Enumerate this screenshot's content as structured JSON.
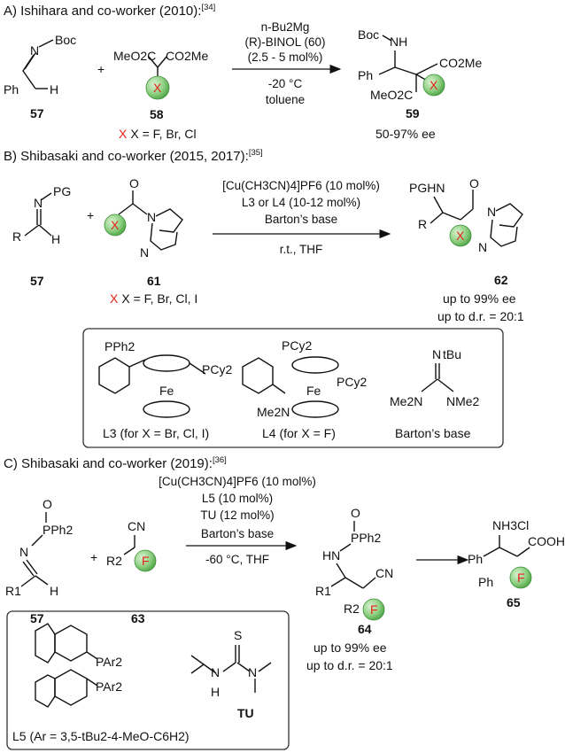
{
  "sections": {
    "a": {
      "header": "A) Ishihara and co-worker (2010):",
      "ref": "[34]",
      "conditions": [
        "n-Bu2Mg",
        "(R)-BINOL (60)",
        "(2.5 - 5 mol%)",
        "-20 °C",
        "toluene"
      ],
      "labels": {
        "imine": "57",
        "malonate": "58",
        "product": "59"
      },
      "x_note": "X = F, Br, Cl",
      "result": "50-97% ee"
    },
    "b": {
      "header": "B) Shibasaki and co-worker (2015, 2017):",
      "ref": "[35]",
      "conditions": [
        "[Cu(CH3CN)4]PF6 (10 mol%)",
        "L3 or L4 (10-12 mol%)",
        "Barton’s base",
        "r.t., THF"
      ],
      "labels": {
        "imine": "57",
        "amide": "61",
        "product": "62"
      },
      "x_note": "X = F, Br, Cl, I",
      "results": [
        "up to 99% ee",
        "up to d.r. = 20:1"
      ],
      "ligands": {
        "l3": "L3 (for X = Br, Cl, I)",
        "l4": "L4 (for X = F)",
        "base": "Barton’s base"
      }
    },
    "c": {
      "header": "C) Shibasaki and co-worker (2019):",
      "ref": "[36]",
      "conditions": [
        "[Cu(CH3CN)4]PF6 (10 mol%)",
        "L5 (10 mol%)",
        "TU (12 mol%)",
        "Barton’s base",
        "-60 °C, THF"
      ],
      "labels": {
        "imine": "57",
        "nitrile": "63",
        "product": "64",
        "acid": "65"
      },
      "results": [
        "up to 99% ee",
        "up to d.r. = 20:1"
      ],
      "ligands": {
        "l5": "L5 (Ar = 3,5-tBu2-4-MeO-C6H2)",
        "tu": "TU"
      }
    }
  },
  "atoms": {
    "boc": "Boc",
    "n": "N",
    "ph": "Ph",
    "h": "H",
    "meo2c": "MeO2C",
    "co2me": "CO2Me",
    "x": "X",
    "nh": "NH",
    "pg": "PG",
    "r": "R",
    "o": "O",
    "pghn": "PGHN",
    "pph2": "PPh2",
    "pcy2": "PCy2",
    "fe": "Fe",
    "me2n": "Me2N",
    "nme2": "NMe2",
    "tbu": "tBu",
    "pph2_p": "PPh2",
    "r1": "R1",
    "r2": "R2",
    "cn": "CN",
    "f": "F",
    "hn": "HN",
    "nh3cl": "NH3Cl",
    "cooh": "COOH",
    "par2": "PAr2",
    "s": "S"
  },
  "colors": {
    "x_marker": "#e2231a",
    "sphere": "#7cc576",
    "sphere_edge": "#3f8f3a"
  }
}
